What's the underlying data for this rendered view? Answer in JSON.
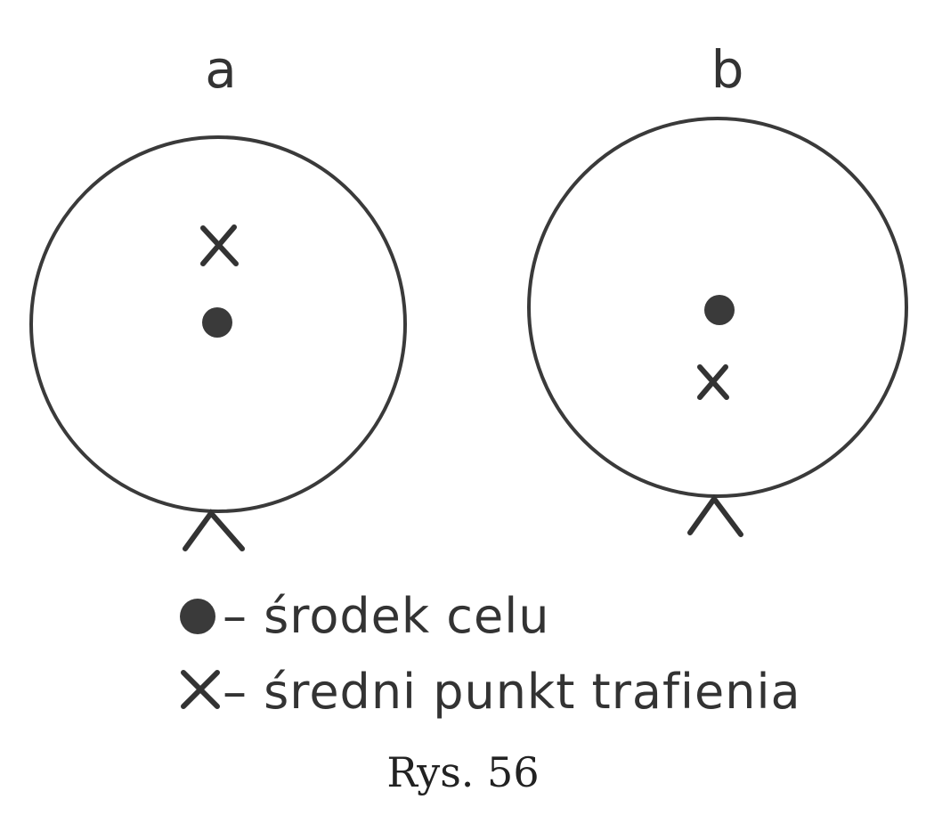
{
  "panels": {
    "a": {
      "label": "a"
    },
    "b": {
      "label": "b"
    }
  },
  "legend": {
    "dot_label": "– środek celu",
    "cross_label": "– średni punkt trafienia"
  },
  "caption": "Rys. 56",
  "colors": {
    "ink": "#333333",
    "dot": "#3a3a3a"
  }
}
